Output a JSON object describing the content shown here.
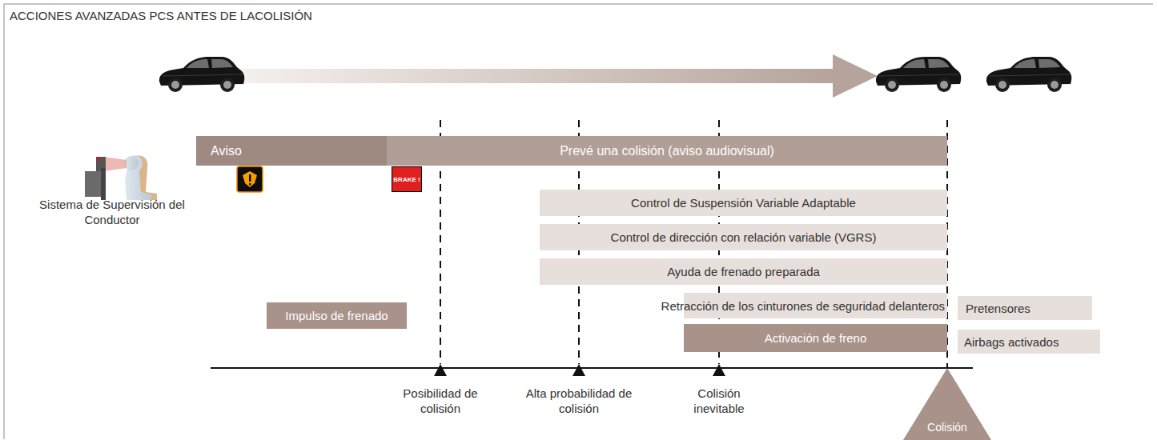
{
  "diagram": {
    "title": "ACCIONES AVANZADAS PCS ANTES DE LACOLISIÓN",
    "nodes": [
      {
        "text": [
          "Aviso"
        ]
      },
      {
        "text": [
          "Prevé una colisión (aviso audiovisual)"
        ]
      },
      {
        "text": [
          "BRAKE !"
        ]
      },
      {
        "text": [
          "Control de Suspensión Variable Adaptable"
        ]
      },
      {
        "text": [
          "Control de dirección con relación variable (VGRS)"
        ]
      },
      {
        "text": [
          "Ayuda de frenado preparada"
        ]
      },
      {
        "text": [
          "Impulso de frenado"
        ]
      },
      {
        "text": [
          "Retracción de los cinturones de seguridad delanteros"
        ]
      },
      {
        "text": [
          "Pretensores"
        ]
      },
      {
        "text": [
          "Activación de freno"
        ]
      },
      {
        "text": [
          "Airbags activados"
        ]
      },
      {
        "text": [
          "Colisión"
        ]
      }
    ],
    "labels": [
      "Sistema de Supervisión del Conductor",
      "Posibilidad de colisión",
      "Alta probabilidad de colisión",
      "Colisión inevitable"
    ]
  }
}
